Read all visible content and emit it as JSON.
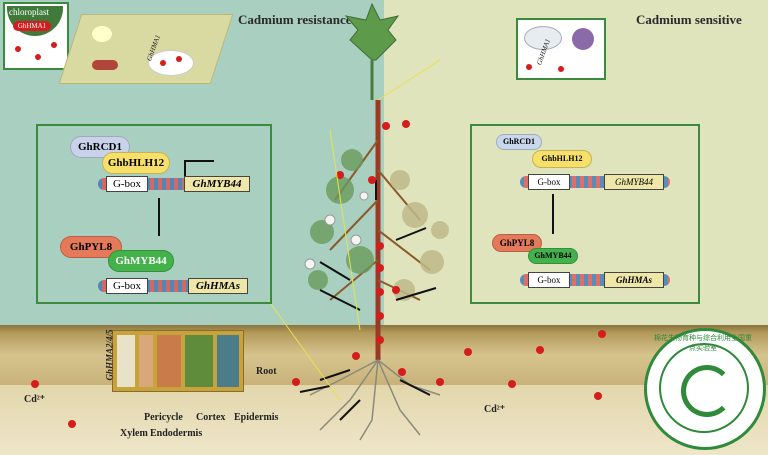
{
  "left_title": "Cadmium resistance",
  "right_title": "Cadmium sensitive",
  "inset_left": {
    "organelle": "chloroplast",
    "transporter": "GhHMA1",
    "cell_label": "GhHMA1"
  },
  "inset_right": {
    "label": "GhHMA1"
  },
  "left_panel": {
    "regulator1": "GhRCD1",
    "regulator2": "GhbHLH12",
    "promoter1": "G-box",
    "gene1": "GhMYB44",
    "receptor": "GhPYL8",
    "tf": "GhMYB44",
    "promoter2": "G-box",
    "gene2": "GhHMAs"
  },
  "right_panel": {
    "regulator1": "GhRCD1",
    "regulator2": "GhbHLH12",
    "promoter1": "G-box",
    "gene1": "GhMYB44",
    "receptor": "GhPYL8",
    "tf": "GhMYB44",
    "promoter2": "G-box",
    "gene2": "GhHMAs"
  },
  "root_section": {
    "transporter": "GhHMA2/4/5",
    "layers": [
      "Xylem",
      "Pericycle",
      "Endodermis",
      "Cortex",
      "Epidermis"
    ],
    "root_label": "Root"
  },
  "cd_labels": [
    "Cd²⁺",
    "Cd²⁺"
  ],
  "logo": {
    "text": "棉花生物育种与综合利用全国重点实验室"
  },
  "colors": {
    "resistance_bg": "#a9cfc0",
    "sensitive_bg": "#dfe4bd",
    "panel_border": "#3c8a3e",
    "cadmium": "#d61d1d"
  }
}
